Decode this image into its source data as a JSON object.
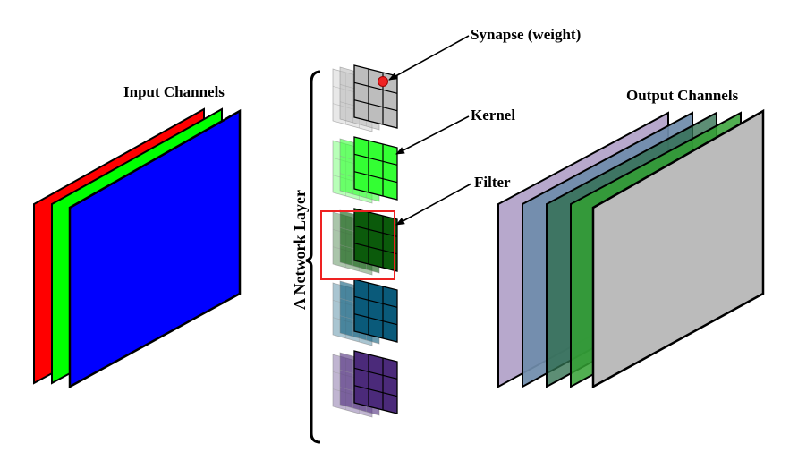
{
  "labels": {
    "input_channels": "Input Channels",
    "output_channels": "Output Channels",
    "synapse": "Synapse (weight)",
    "kernel": "Kernel",
    "filter": "Filter",
    "layer": "A Network Layer"
  },
  "colors": {
    "input": [
      "#ff0000",
      "#00ff00",
      "#0000ff"
    ],
    "output": [
      "#b7a8cc",
      "#6f8cab",
      "#3f7a5e",
      "#33a033",
      "#bbbbbb"
    ],
    "kernels": [
      "#bdbdbd",
      "#33ff33",
      "#0b5a0b",
      "#0a5a7a",
      "#4b2a7a"
    ],
    "highlight": "#ee2222",
    "synapse_dot": "#ee2222"
  }
}
